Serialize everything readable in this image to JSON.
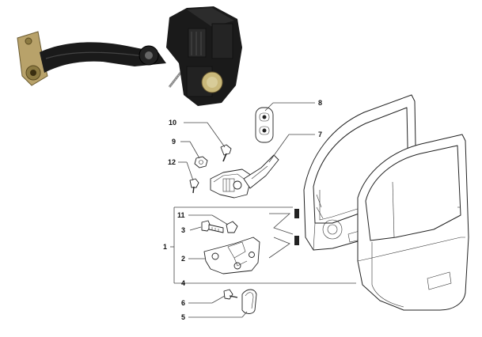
{
  "callouts": {
    "c1": "1",
    "c2": "2",
    "c3": "3",
    "c4": "4",
    "c5": "5",
    "c6": "6",
    "c7": "7",
    "c8": "8",
    "c9": "9",
    "c10": "10",
    "c11": "11",
    "c12": "12"
  },
  "colors": {
    "photo_dark": "#1a1a1a",
    "photo_metal": "#b8a26a",
    "line_art": "#222222"
  }
}
